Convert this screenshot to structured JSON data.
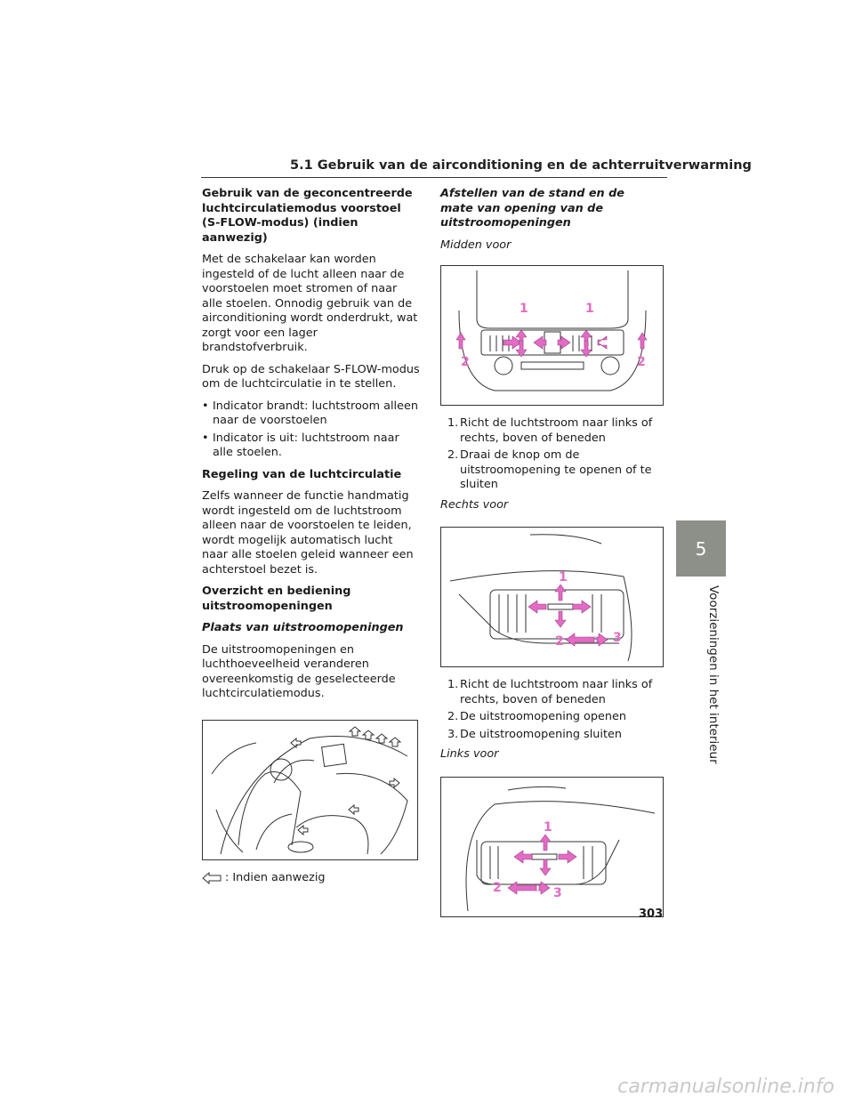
{
  "header": {
    "title": "5.1  Gebruik van de airconditioning en de achterruitverwarming"
  },
  "left": {
    "heading1": "Gebruik van de geconcentreerde luchtcirculatiemodus voorstoel (S-FLOW-modus) (indien aanwezig)",
    "para1": "Met de schakelaar kan worden ingesteld of de lucht alleen naar de voorstoelen moet stromen of naar alle stoelen. Onnodig gebruik van de airconditioning wordt onderdrukt, wat zorgt voor een lager brandstofverbruik.",
    "para2": "Druk op de schakelaar S-FLOW-modus om de luchtcirculatie in te stellen.",
    "bullets": [
      "Indicator brandt: luchtstroom alleen naar de voorstoelen",
      "Indicator is uit: luchtstroom naar alle stoelen."
    ],
    "heading2": "Regeling van de luchtcirculatie",
    "para3": "Zelfs wanneer de functie handmatig wordt ingesteld om de luchtstroom alleen naar de voorstoelen te leiden, wordt mogelijk automatisch lucht naar alle stoelen geleid wanneer een achterstoel bezet is.",
    "heading3": "Overzicht en bediening uitstroomopeningen",
    "subheading": "Plaats van uitstroomopeningen",
    "para4": "De uitstroomopeningen en luchthoeveelheid veranderen overeenkomstig de geselecteerde luchtcirculatiemodus.",
    "legend": ": Indien aanwezig"
  },
  "right": {
    "heading": "Afstellen van de stand en de mate van opening van de uitstroomopeningen",
    "section1_label": "Midden voor",
    "section1_items": [
      "Richt de luchtstroom naar links of rechts, boven of beneden",
      "Draai de knop om de uitstroomopening te openen of te sluiten"
    ],
    "section2_label": "Rechts voor",
    "section2_items": [
      "Richt de luchtstroom naar links of rechts, boven of beneden",
      "De uitstroomopening openen",
      "De uitstroomopening sluiten"
    ],
    "section3_label": "Links voor",
    "fig_labels": {
      "one": "1",
      "two": "2",
      "three": "3"
    }
  },
  "numbers": {
    "n1": "1.",
    "n2": "2.",
    "n3": "3."
  },
  "side": {
    "chapter": "5",
    "title": "Voorzieningen in het interieur"
  },
  "page_number": "303",
  "watermark": "carmanualsonline.info",
  "colors": {
    "arrow_pink": "#e36bc4",
    "tab_gray": "#8c9089"
  }
}
